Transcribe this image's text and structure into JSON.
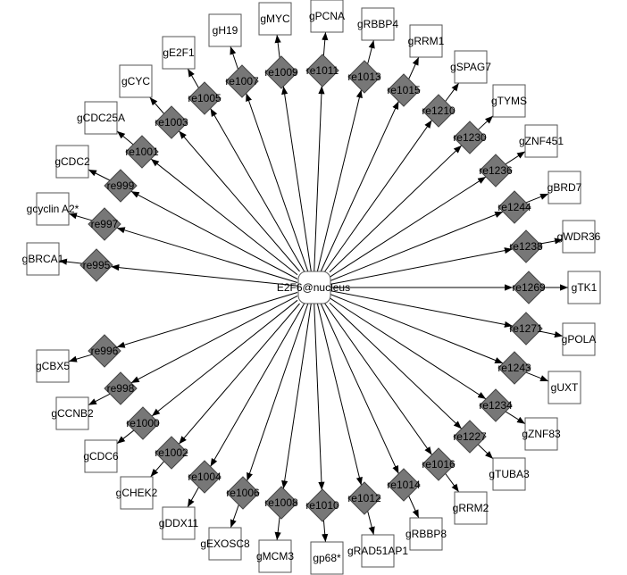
{
  "center": {
    "label": "E2F6@nucleus"
  },
  "colors": {
    "reaction_fill": "#777777",
    "gene_fill": "#ffffff",
    "stroke": "#000000",
    "box_stroke": "#555555"
  },
  "reactions": [
    {
      "id": "re995",
      "gene": "gBRCA1"
    },
    {
      "id": "re997",
      "gene": "gcyclin A2*"
    },
    {
      "id": "re999",
      "gene": "gCDC2"
    },
    {
      "id": "re1001",
      "gene": "gCDC25A"
    },
    {
      "id": "re1003",
      "gene": "gCYC"
    },
    {
      "id": "re1005",
      "gene": "gE2F1"
    },
    {
      "id": "re1007",
      "gene": "gH19"
    },
    {
      "id": "re1009",
      "gene": "gMYC"
    },
    {
      "id": "re1011",
      "gene": "gPCNA"
    },
    {
      "id": "re1013",
      "gene": "gRBBP4"
    },
    {
      "id": "re1015",
      "gene": "gRRM1"
    },
    {
      "id": "re1210",
      "gene": "gSPAG7"
    },
    {
      "id": "re1230",
      "gene": "gTYMS"
    },
    {
      "id": "re1236",
      "gene": "gZNF451"
    },
    {
      "id": "re1244",
      "gene": "gBRD7"
    },
    {
      "id": "re1238",
      "gene": "gWDR36"
    },
    {
      "id": "re1269",
      "gene": "gTK1"
    },
    {
      "id": "re1271",
      "gene": "gPOLA"
    },
    {
      "id": "re1243",
      "gene": "gUXT"
    },
    {
      "id": "re1234",
      "gene": "gZNF83"
    },
    {
      "id": "re1227",
      "gene": "gTUBA3"
    },
    {
      "id": "re1016",
      "gene": "gRRM2"
    },
    {
      "id": "re1014",
      "gene": "gRBBP8"
    },
    {
      "id": "re1012",
      "gene": "gRAD51AP1"
    },
    {
      "id": "re1010",
      "gene": "gp68*"
    },
    {
      "id": "re1008",
      "gene": "gMCM3"
    },
    {
      "id": "re1006",
      "gene": "gEXOSC8"
    },
    {
      "id": "re1004",
      "gene": "gDDX11"
    },
    {
      "id": "re1002",
      "gene": "gCHEK2"
    },
    {
      "id": "re1000",
      "gene": "gCDC6"
    },
    {
      "id": "re998",
      "gene": "gCCNB2"
    },
    {
      "id": "re996",
      "gene": "gCBX5"
    }
  ]
}
